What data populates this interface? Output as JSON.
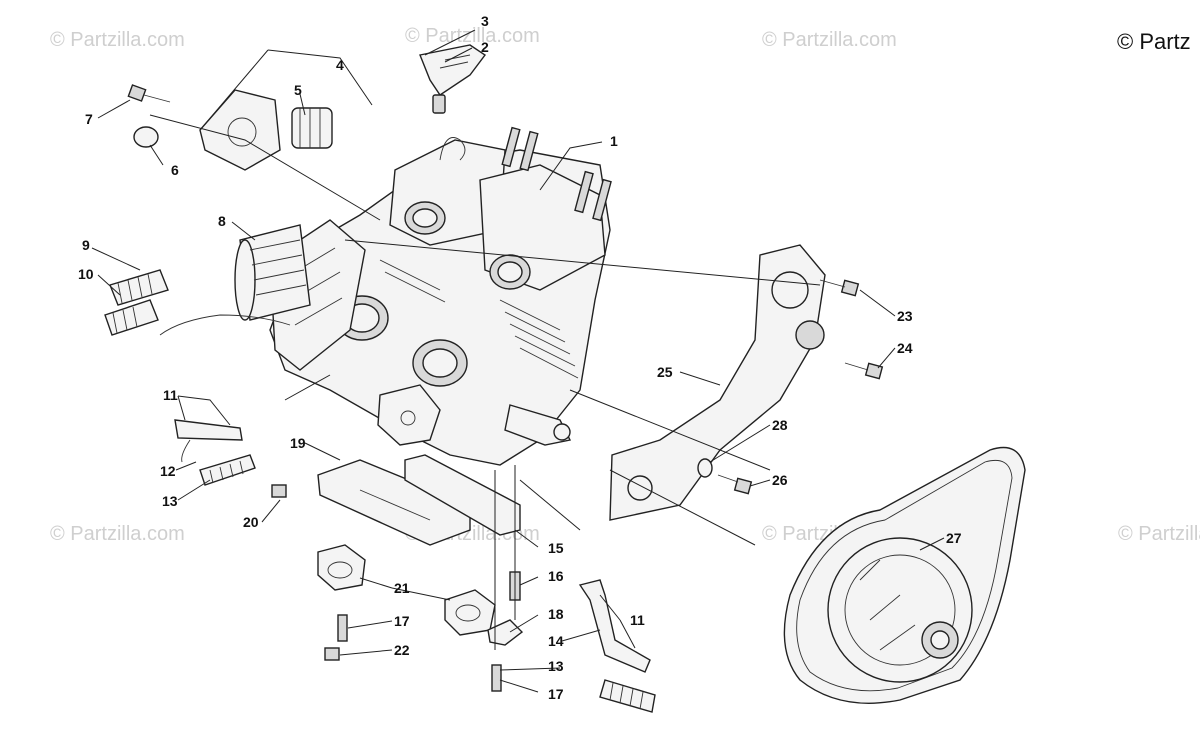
{
  "watermark": {
    "text": "© Partzilla.com",
    "corner_text": "© Partz"
  },
  "callouts": [
    {
      "id": "1",
      "label": "1"
    },
    {
      "id": "2",
      "label": "2"
    },
    {
      "id": "3",
      "label": "3"
    },
    {
      "id": "4",
      "label": "4"
    },
    {
      "id": "5",
      "label": "5"
    },
    {
      "id": "6",
      "label": "6"
    },
    {
      "id": "7",
      "label": "7"
    },
    {
      "id": "8",
      "label": "8"
    },
    {
      "id": "9",
      "label": "9"
    },
    {
      "id": "10",
      "label": "10"
    },
    {
      "id": "11a",
      "label": "11"
    },
    {
      "id": "11b",
      "label": "11"
    },
    {
      "id": "12",
      "label": "12"
    },
    {
      "id": "13a",
      "label": "13"
    },
    {
      "id": "13b",
      "label": "13"
    },
    {
      "id": "14",
      "label": "14"
    },
    {
      "id": "15",
      "label": "15"
    },
    {
      "id": "16",
      "label": "16"
    },
    {
      "id": "17a",
      "label": "17"
    },
    {
      "id": "17b",
      "label": "17"
    },
    {
      "id": "18",
      "label": "18"
    },
    {
      "id": "19",
      "label": "19"
    },
    {
      "id": "20",
      "label": "20"
    },
    {
      "id": "21",
      "label": "21"
    },
    {
      "id": "22",
      "label": "22"
    },
    {
      "id": "23",
      "label": "23"
    },
    {
      "id": "24",
      "label": "24"
    },
    {
      "id": "25",
      "label": "25"
    },
    {
      "id": "26",
      "label": "26"
    },
    {
      "id": "27",
      "label": "27"
    },
    {
      "id": "28",
      "label": "28"
    }
  ]
}
